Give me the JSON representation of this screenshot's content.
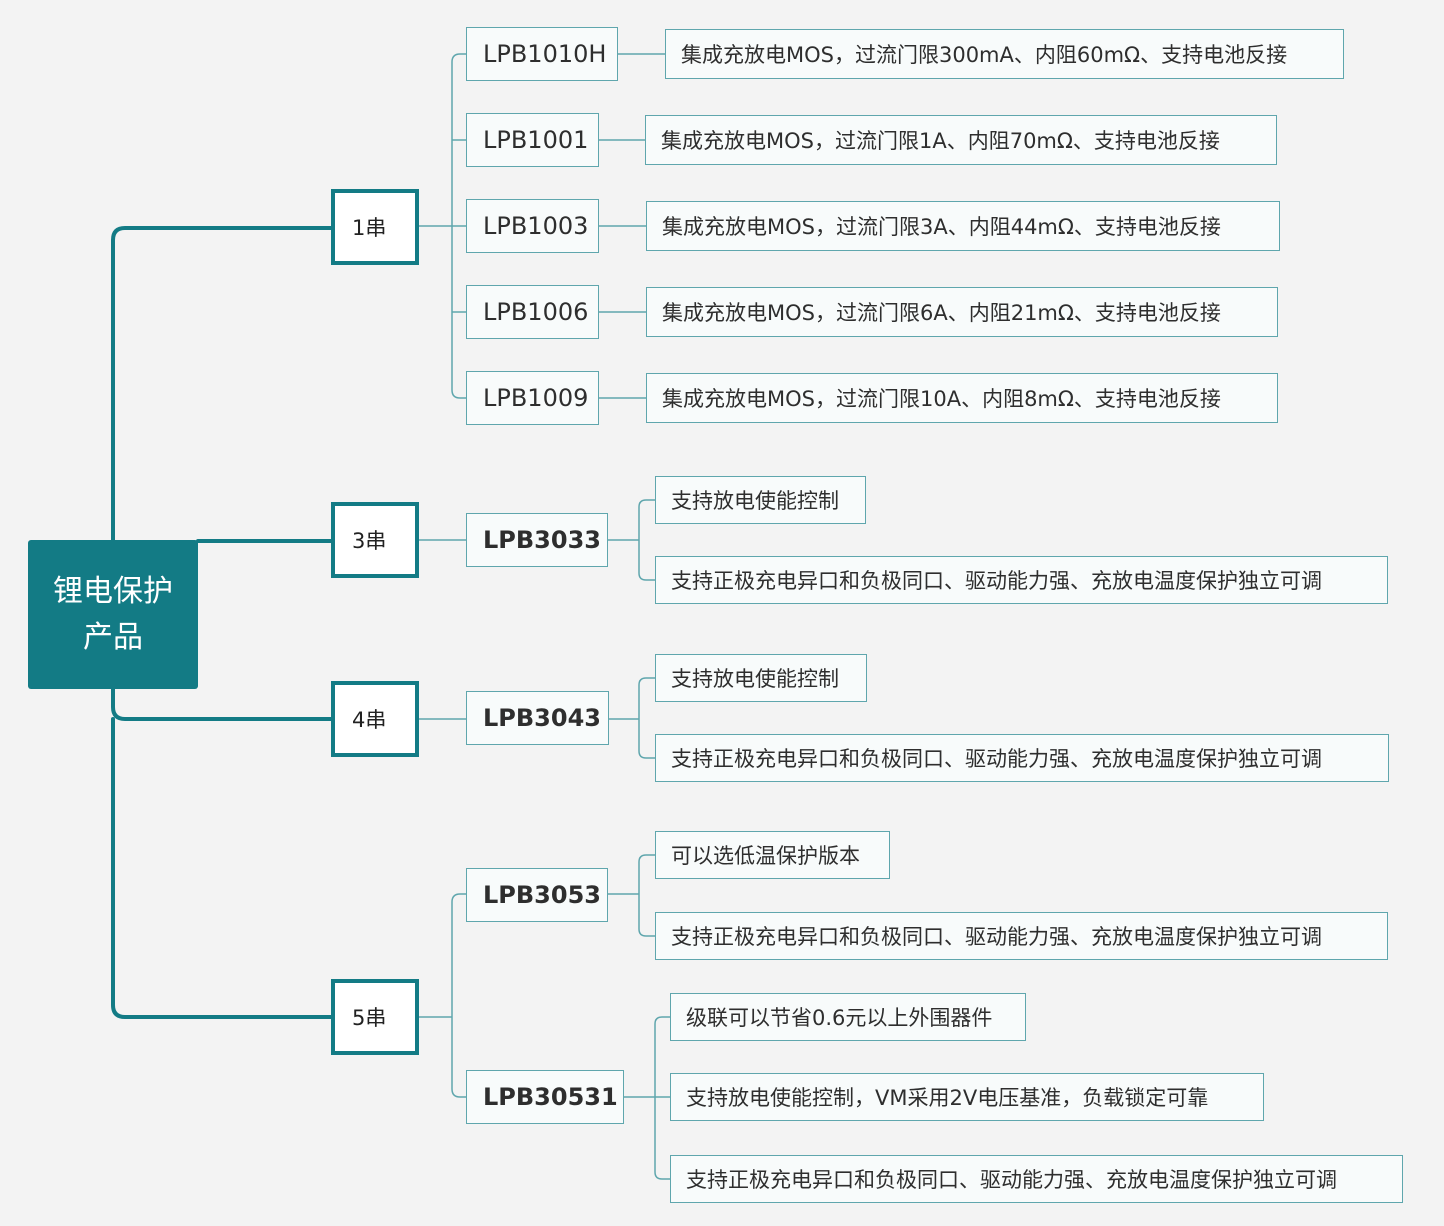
{
  "root": {
    "line1": "锂电保护",
    "line2": "产品"
  },
  "series": [
    {
      "label": "1串"
    },
    {
      "label": "3串"
    },
    {
      "label": "4串"
    },
    {
      "label": "5串"
    }
  ],
  "models": [
    {
      "label": "LPB1010H"
    },
    {
      "label": "LPB1001"
    },
    {
      "label": "LPB1003"
    },
    {
      "label": "LPB1006"
    },
    {
      "label": "LPB1009"
    },
    {
      "label": "LPB3033"
    },
    {
      "label": "LPB3043"
    },
    {
      "label": "LPB3053"
    },
    {
      "label": "LPB30531"
    }
  ],
  "features": [
    {
      "text": "集成充放电MOS，过流门限300mA、内阻60mΩ、支持电池反接"
    },
    {
      "text": "集成充放电MOS，过流门限1A、内阻70mΩ、支持电池反接"
    },
    {
      "text": "集成充放电MOS，过流门限3A、内阻44mΩ、支持电池反接"
    },
    {
      "text": "集成充放电MOS，过流门限6A、内阻21mΩ、支持电池反接"
    },
    {
      "text": "集成充放电MOS，过流门限10A、内阻8mΩ、支持电池反接"
    },
    {
      "text": "支持放电使能控制"
    },
    {
      "text": "支持正极充电异口和负极同口、驱动能力强、充放电温度保护独立可调"
    },
    {
      "text": "支持放电使能控制"
    },
    {
      "text": "支持正极充电异口和负极同口、驱动能力强、充放电温度保护独立可调"
    },
    {
      "text": "可以选低温保护版本"
    },
    {
      "text": "支持正极充电异口和负极同口、驱动能力强、充放电温度保护独立可调"
    },
    {
      "text": "级联可以节省0.6元以上外围器件"
    },
    {
      "text": "支持放电使能控制，VM采用2V电压基准，负载锁定可靠"
    },
    {
      "text": "支持正极充电异口和负极同口、驱动能力强、充放电温度保护独立可调"
    }
  ],
  "colors": {
    "accent": "#137b85",
    "connector": "#5fa6ad",
    "background": "#f3f3f3"
  }
}
